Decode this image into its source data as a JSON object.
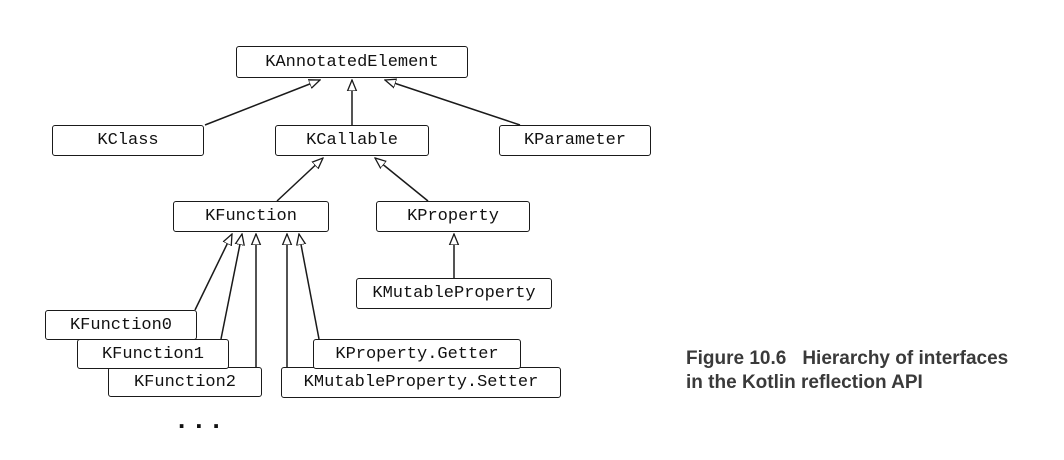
{
  "nodes": {
    "kannotated": "KAnnotatedElement",
    "kclass": "KClass",
    "kcallable": "KCallable",
    "kparameter": "KParameter",
    "kfunction": "KFunction",
    "kproperty": "KProperty",
    "kmutableproperty": "KMutableProperty",
    "kfunction0": "KFunction0",
    "kfunction1": "KFunction1",
    "kfunction2": "KFunction2",
    "kproperty_getter": "KProperty.Getter",
    "kmutableproperty_setter": "KMutableProperty.Setter"
  },
  "ellipsis": "...",
  "caption": {
    "number": "Figure 10.6",
    "line1": "Hierarchy of interfaces",
    "line2": "in the Kotlin reflection API"
  }
}
